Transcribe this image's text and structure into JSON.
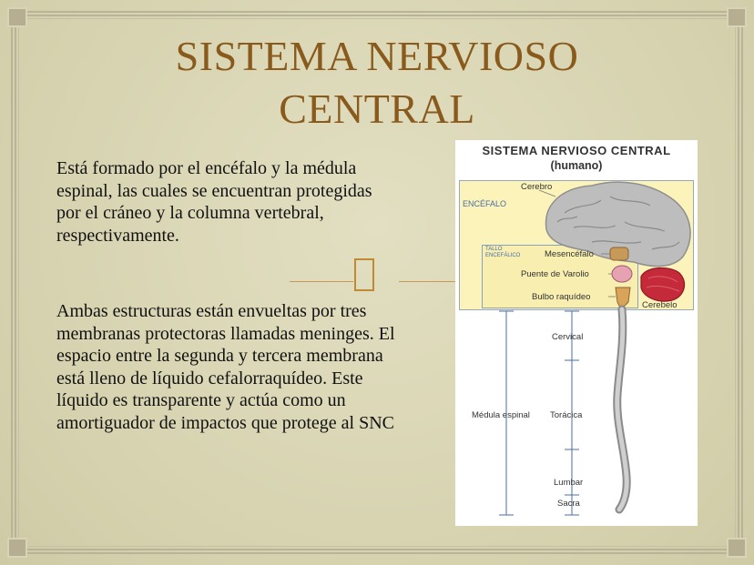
{
  "slide": {
    "title_line1": "SISTEMA NERVIOSO",
    "title_line2": "CENTRAL",
    "paragraph1": "Está formado por el  encéfalo  y la médula espinal,  las cuales se encuentran protegidas por el cráneo y la columna vertebral, respectivamente.",
    "paragraph2": " Ambas estructuras están envueltas por tres membranas protectoras llamadas  meninges.  El espacio entre la segunda y tercera membrana está lleno de  líquido cefalorraquídeo.  Este  líquido  es transparente  y  actúa como  un amortiguador  de  impactos  que protege  al  SNC"
  },
  "figure": {
    "title": "SISTEMA NERVIOSO CENTRAL",
    "subtitle": "(humano)",
    "labels": {
      "cerebro": "Cerebro",
      "encefalo": "ENCÉFALO",
      "tallo_line1": "TALLO",
      "tallo_line2": "ENCEFÁLICO",
      "mesencefalo": "Mesencéfalo",
      "puente": "Puente de Varolio",
      "bulbo": "Bulbo raquídeo",
      "cerebelo": "Cerebelo",
      "cervical": "Cervical",
      "medula": "Médula espinal",
      "toracica": "Torácica",
      "lumbar": "Lumbar",
      "sacra": "Sacra"
    }
  },
  "colors": {
    "background": "#d9d5b3",
    "title": "#8a5a1c",
    "accent": "#c08a34",
    "encefalo_box": "#fbf3b9",
    "cerebelo": "#c42a3a",
    "brain": "#b8b8b8"
  }
}
